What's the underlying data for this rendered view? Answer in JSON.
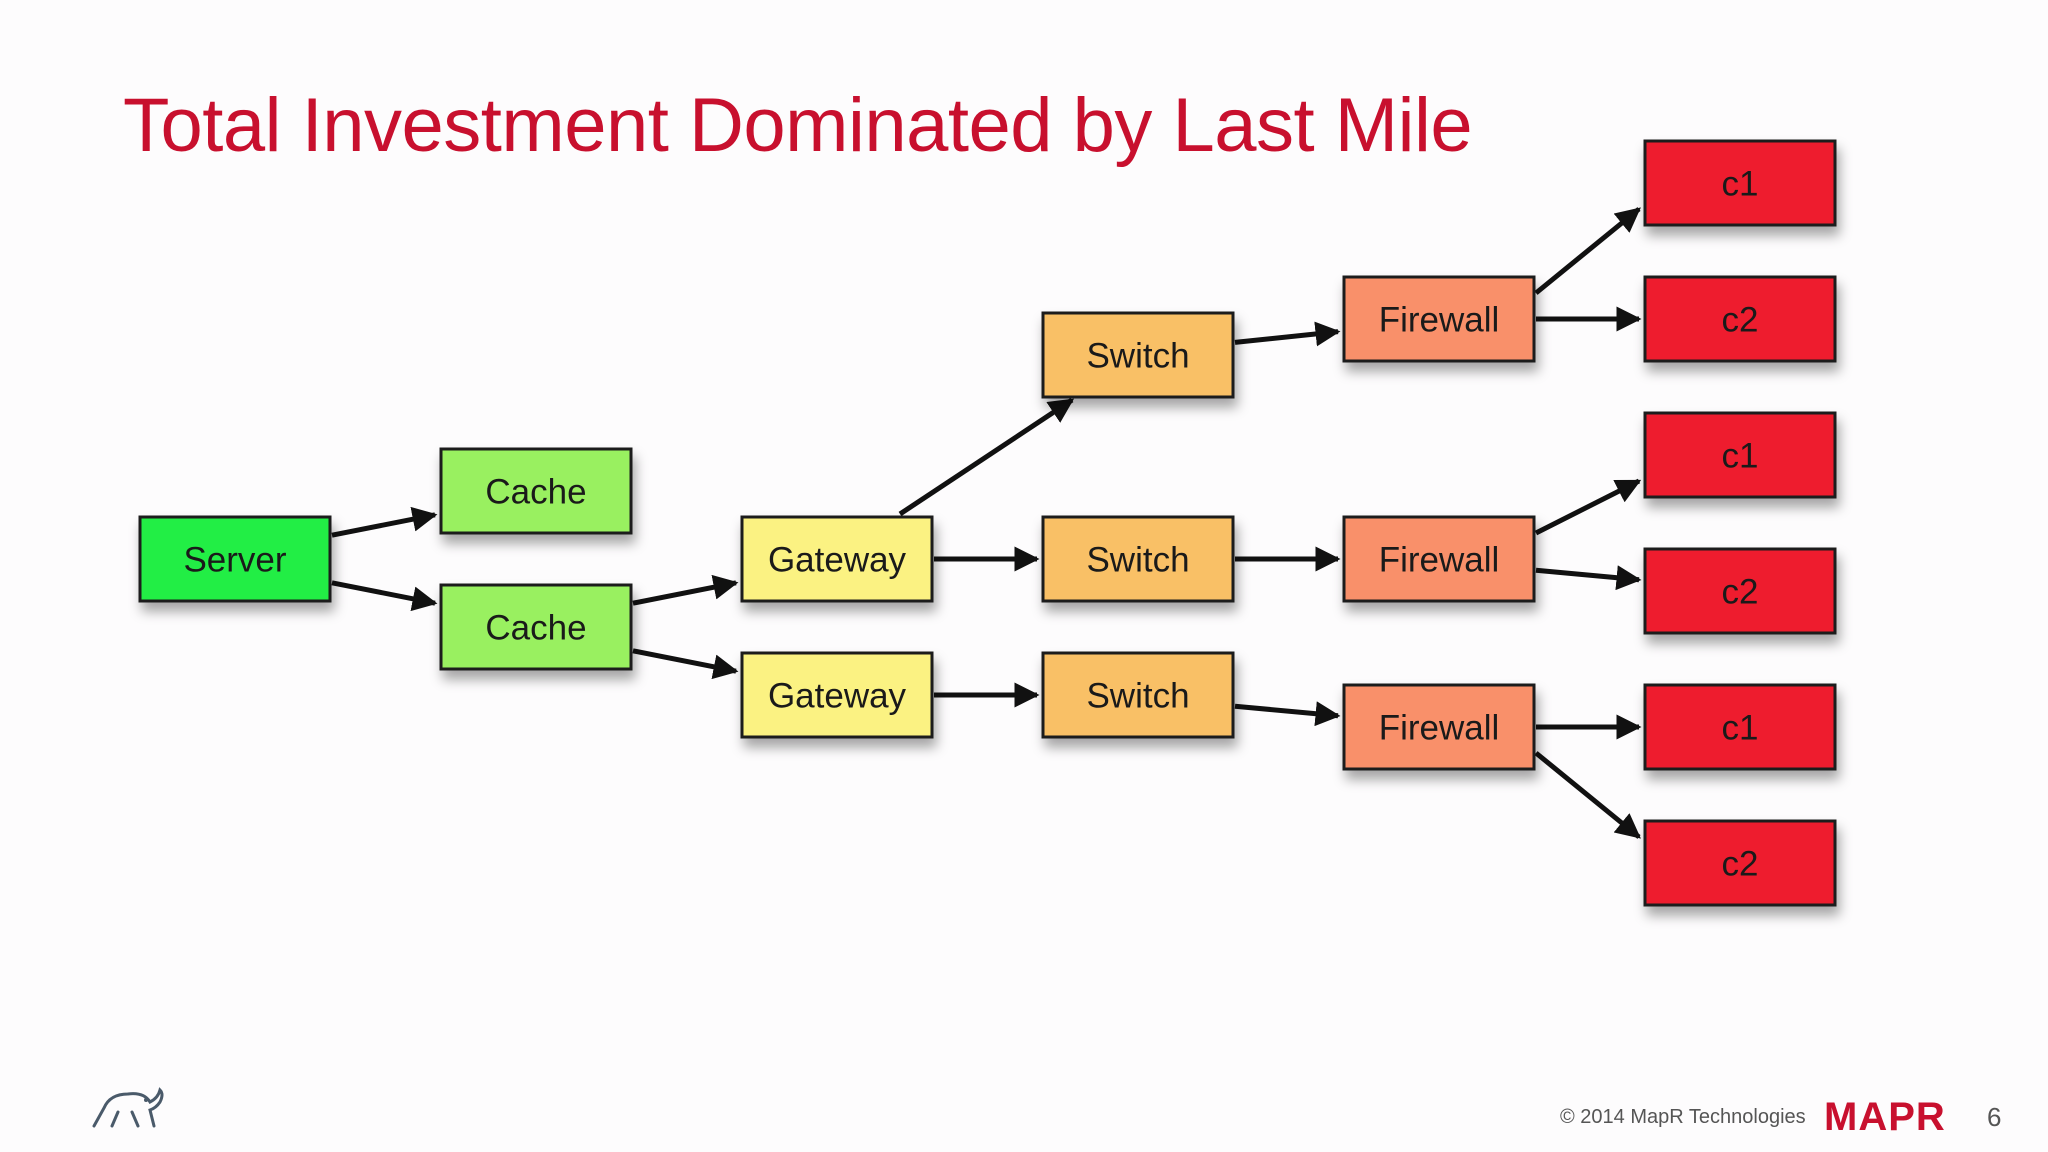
{
  "slide": {
    "title": "Total Investment Dominated by Last Mile",
    "footer": "© 2014 MapR Technologies",
    "brand": "MAPR",
    "page_number": "6"
  },
  "colors": {
    "title": "#c8102e",
    "server": "#22ee44",
    "cache": "#99f060",
    "gateway": "#fbf282",
    "switch": "#f9c066",
    "firewall": "#f9906a",
    "client": "#ee1c2e"
  },
  "diagram": {
    "nodes": [
      {
        "id": "server",
        "label": "Server",
        "type": "server"
      },
      {
        "id": "cache1",
        "label": "Cache",
        "type": "cache"
      },
      {
        "id": "cache2",
        "label": "Cache",
        "type": "cache"
      },
      {
        "id": "gateway1",
        "label": "Gateway",
        "type": "gateway"
      },
      {
        "id": "gateway2",
        "label": "Gateway",
        "type": "gateway"
      },
      {
        "id": "switch1",
        "label": "Switch",
        "type": "switch"
      },
      {
        "id": "switch2",
        "label": "Switch",
        "type": "switch"
      },
      {
        "id": "switch3",
        "label": "Switch",
        "type": "switch"
      },
      {
        "id": "firewall1",
        "label": "Firewall",
        "type": "firewall"
      },
      {
        "id": "firewall2",
        "label": "Firewall",
        "type": "firewall"
      },
      {
        "id": "firewall3",
        "label": "Firewall",
        "type": "firewall"
      },
      {
        "id": "c1a",
        "label": "c1",
        "type": "client"
      },
      {
        "id": "c2a",
        "label": "c2",
        "type": "client"
      },
      {
        "id": "c1b",
        "label": "c1",
        "type": "client"
      },
      {
        "id": "c2b",
        "label": "c2",
        "type": "client"
      },
      {
        "id": "c1c",
        "label": "c1",
        "type": "client"
      },
      {
        "id": "c2c",
        "label": "c2",
        "type": "client"
      }
    ],
    "edges": [
      {
        "from": "server",
        "to": "cache1"
      },
      {
        "from": "server",
        "to": "cache2"
      },
      {
        "from": "cache2",
        "to": "gateway1"
      },
      {
        "from": "cache2",
        "to": "gateway2"
      },
      {
        "from": "gateway1",
        "to": "switch1"
      },
      {
        "from": "gateway1",
        "to": "switch2"
      },
      {
        "from": "gateway2",
        "to": "switch3"
      },
      {
        "from": "switch1",
        "to": "firewall1"
      },
      {
        "from": "switch2",
        "to": "firewall2"
      },
      {
        "from": "switch3",
        "to": "firewall3"
      },
      {
        "from": "firewall1",
        "to": "c1a"
      },
      {
        "from": "firewall1",
        "to": "c2a"
      },
      {
        "from": "firewall2",
        "to": "c1b"
      },
      {
        "from": "firewall2",
        "to": "c2b"
      },
      {
        "from": "firewall3",
        "to": "c1c"
      },
      {
        "from": "firewall3",
        "to": "c2c"
      }
    ]
  }
}
